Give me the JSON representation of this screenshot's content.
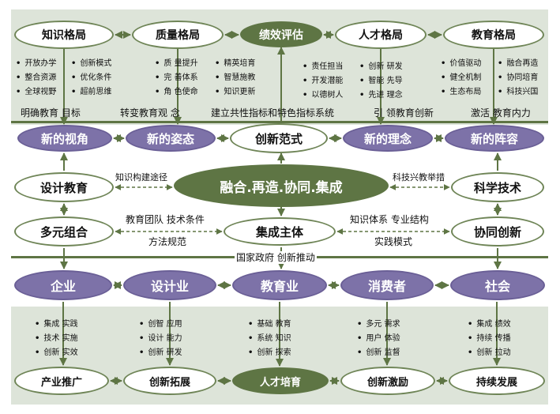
{
  "top_row": [
    "知识格局",
    "质量格局",
    "绩效评估",
    "人才格局",
    "教育格局"
  ],
  "top_bullets": [
    [
      "开放办学",
      "整合资源",
      "全球视野"
    ],
    [
      "创新模式",
      "优化条件",
      "超前思维"
    ],
    [
      "质 量提升",
      "完 善体系",
      "角 色使命"
    ],
    [
      "精英培育",
      "智慧施教",
      "知识更新"
    ],
    [
      "责任担当",
      "开发潜能",
      "以德树人"
    ],
    [
      "创新 研发",
      "智能 先导",
      "先进 理念"
    ],
    [
      "价值驱动",
      "健全机制",
      "生态布局"
    ],
    [
      "融合再造",
      "协同培育",
      "科技兴国"
    ]
  ],
  "top_labels": [
    "明确教育 目标",
    "转变教育观 念",
    "建立共性指标和特色指标系统",
    "引 领教育创新",
    "激活 教育内力"
  ],
  "new_row": [
    "新的视角",
    "新的姿态",
    "创新范式",
    "新的理念",
    "新的阵容"
  ],
  "center": {
    "left": "设计教育",
    "core": "融合.再造.协同.集成",
    "right": "科学技术",
    "left_arrow": "知识构建途径",
    "right_arrow": "科技兴教举措"
  },
  "mid": {
    "left": "多元组合",
    "center": "集成主体",
    "right": "协同创新",
    "left_top": "教育团队 技术条件",
    "left_bottom": "方法规范",
    "right_top": "知识体系 专业结构",
    "right_bottom": "实践模式",
    "gov": "国家政府 创新推动"
  },
  "actors": [
    "企业",
    "设计业",
    "教育业",
    "消费者",
    "社会"
  ],
  "bottom_bullets": [
    [
      "集成 实践",
      "技术 实施",
      "创新 实效"
    ],
    [
      "创智 应用",
      "设计 能力",
      "创新 研发"
    ],
    [
      "基础 教育",
      "系统 知识",
      "创新 探索"
    ],
    [
      "多元 需求",
      "用户 体验",
      "创新 监督"
    ],
    [
      "集成 绩效",
      "持续 传播",
      "创新 拉动"
    ]
  ],
  "bottom_row": [
    "产业推广",
    "创新拓展",
    "人才培育",
    "创新激励",
    "持续发展"
  ]
}
